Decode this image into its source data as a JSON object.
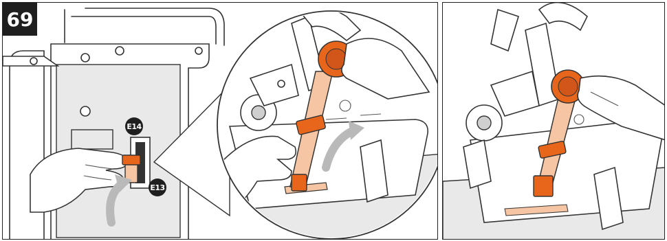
{
  "step": {
    "number": "69"
  },
  "callouts": {
    "e14": "E14",
    "e13": "E13"
  },
  "colors": {
    "accent": "#e8661c",
    "strap": "#f6c6a4",
    "outline": "#222222",
    "arrow": "#b9b9b9"
  },
  "icons": {
    "arrow": "curved-arrow-icon"
  }
}
